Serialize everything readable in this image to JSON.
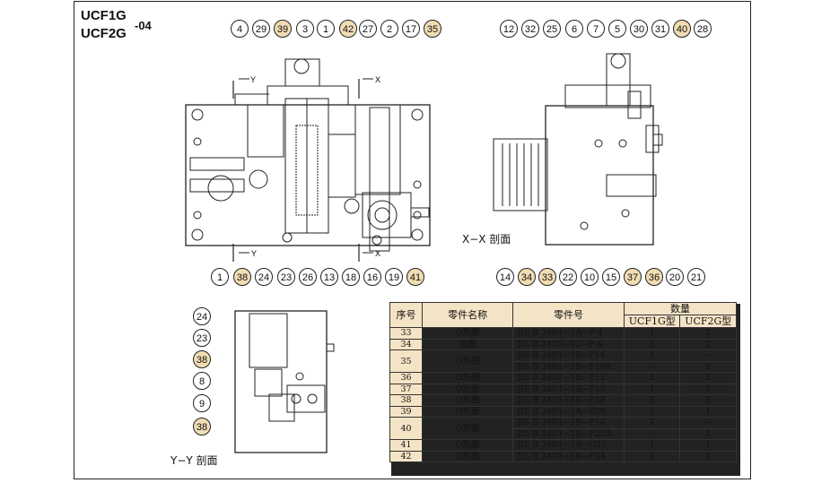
{
  "title": {
    "line1": "UCF1G",
    "line2": "UCF2G",
    "suffix": "-04"
  },
  "sections": {
    "xx": "X−X 剖面",
    "yy": "Y−Y 剖面"
  },
  "section_marks": {
    "x": "X",
    "y": "Y"
  },
  "colors": {
    "highlight": "#f1dcb4",
    "stroke": "#222",
    "table_header_bg": "#f4e4c6"
  },
  "callouts": {
    "front_top": [
      "4",
      "29",
      "39",
      "3",
      "1",
      "42",
      "27",
      "2",
      "17",
      "35"
    ],
    "front_bottom": [
      "1",
      "38",
      "24",
      "23",
      "26",
      "13",
      "18",
      "16",
      "19",
      "41"
    ],
    "side_top": [
      "12",
      "32",
      "25",
      "6",
      "7",
      "5",
      "30",
      "31",
      "40",
      "28"
    ],
    "side_bottom": [
      "14",
      "34",
      "33",
      "22",
      "10",
      "15",
      "37",
      "36",
      "20",
      "21"
    ],
    "yy_left": [
      "24",
      "23",
      "38",
      "8",
      "9",
      "38"
    ]
  },
  "parts_table": {
    "headers": {
      "no": "序号",
      "name": "零件名称",
      "part_no": "零件号",
      "qty": "数量",
      "ucf1g": "UCF1G型",
      "ucf2g": "UCF2G型"
    },
    "rows": [
      {
        "no": "33",
        "name": "O形圈",
        "part": "JIS B 2401−1A−P  4",
        "q1": "1",
        "q2": "2"
      },
      {
        "no": "34",
        "name": "挡圈",
        "part": "JIS B 2407−T2−P  4",
        "q1": "1",
        "q2": "2"
      },
      {
        "no": "35",
        "name": "O形圈",
        "part": "JIS B 2401−1B−P14",
        "q1": "1",
        "q2": "—"
      },
      {
        "no": "",
        "name": "",
        "part": "JIS B 2401−1B−P10A",
        "q1": "—",
        "q2": "1"
      },
      {
        "no": "36",
        "name": "O形圈",
        "part": "JIS B 2401−1B−P11",
        "q1": "1",
        "q2": "1"
      },
      {
        "no": "37",
        "name": "O形圈",
        "part": "JIS B 2401−1B−P12",
        "q1": "1",
        "q2": "2"
      },
      {
        "no": "38",
        "name": "O形圈",
        "part": "JIS B 2401−1B−P18",
        "q1": "3",
        "q2": "3"
      },
      {
        "no": "39",
        "name": "O形圈",
        "part": "JIS B 2401−1A−P20",
        "q1": "1",
        "q2": "1"
      },
      {
        "no": "40",
        "name": "O形圈",
        "part": "JIS B 2401−1B−P18",
        "q1": "1",
        "q2": "—"
      },
      {
        "no": "",
        "name": "",
        "part": "JIS B 2401−1B−P22A",
        "q1": "—",
        "q2": "1"
      },
      {
        "no": "41",
        "name": "O形圈",
        "part": "JIS B 2401−1B−G25",
        "q1": "1",
        "q2": "1"
      },
      {
        "no": "42",
        "name": "O形圈",
        "part": "JIS B 2401−1B−P34",
        "q1": "1",
        "q2": "1"
      }
    ]
  }
}
